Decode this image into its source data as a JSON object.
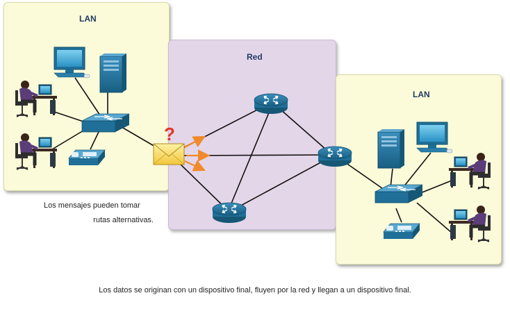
{
  "panels": {
    "lan_left_title": "LAN",
    "network_title": "Red",
    "lan_right_title": "LAN"
  },
  "messages_note": {
    "line1": "Los mensajes pueden tomar",
    "line2": "rutas alternativas."
  },
  "footer_text": "Los datos se originan con un dispositivo final, fluyen por la red y llegan a un dispositivo final.",
  "colors": {
    "lan_background": "#fbfbd9",
    "network_background": "#e4d6e9",
    "device_blue": "#1f6f98",
    "arrow_orange": "#f08a2c",
    "question_red": "#e0352b",
    "envelope_yellow": "#f6d65a"
  },
  "icons": [
    "computer-icon",
    "server-icon",
    "user-workstation-icon",
    "switch-icon",
    "ip-phone-icon",
    "router-icon",
    "envelope-icon",
    "question-mark-icon"
  ]
}
